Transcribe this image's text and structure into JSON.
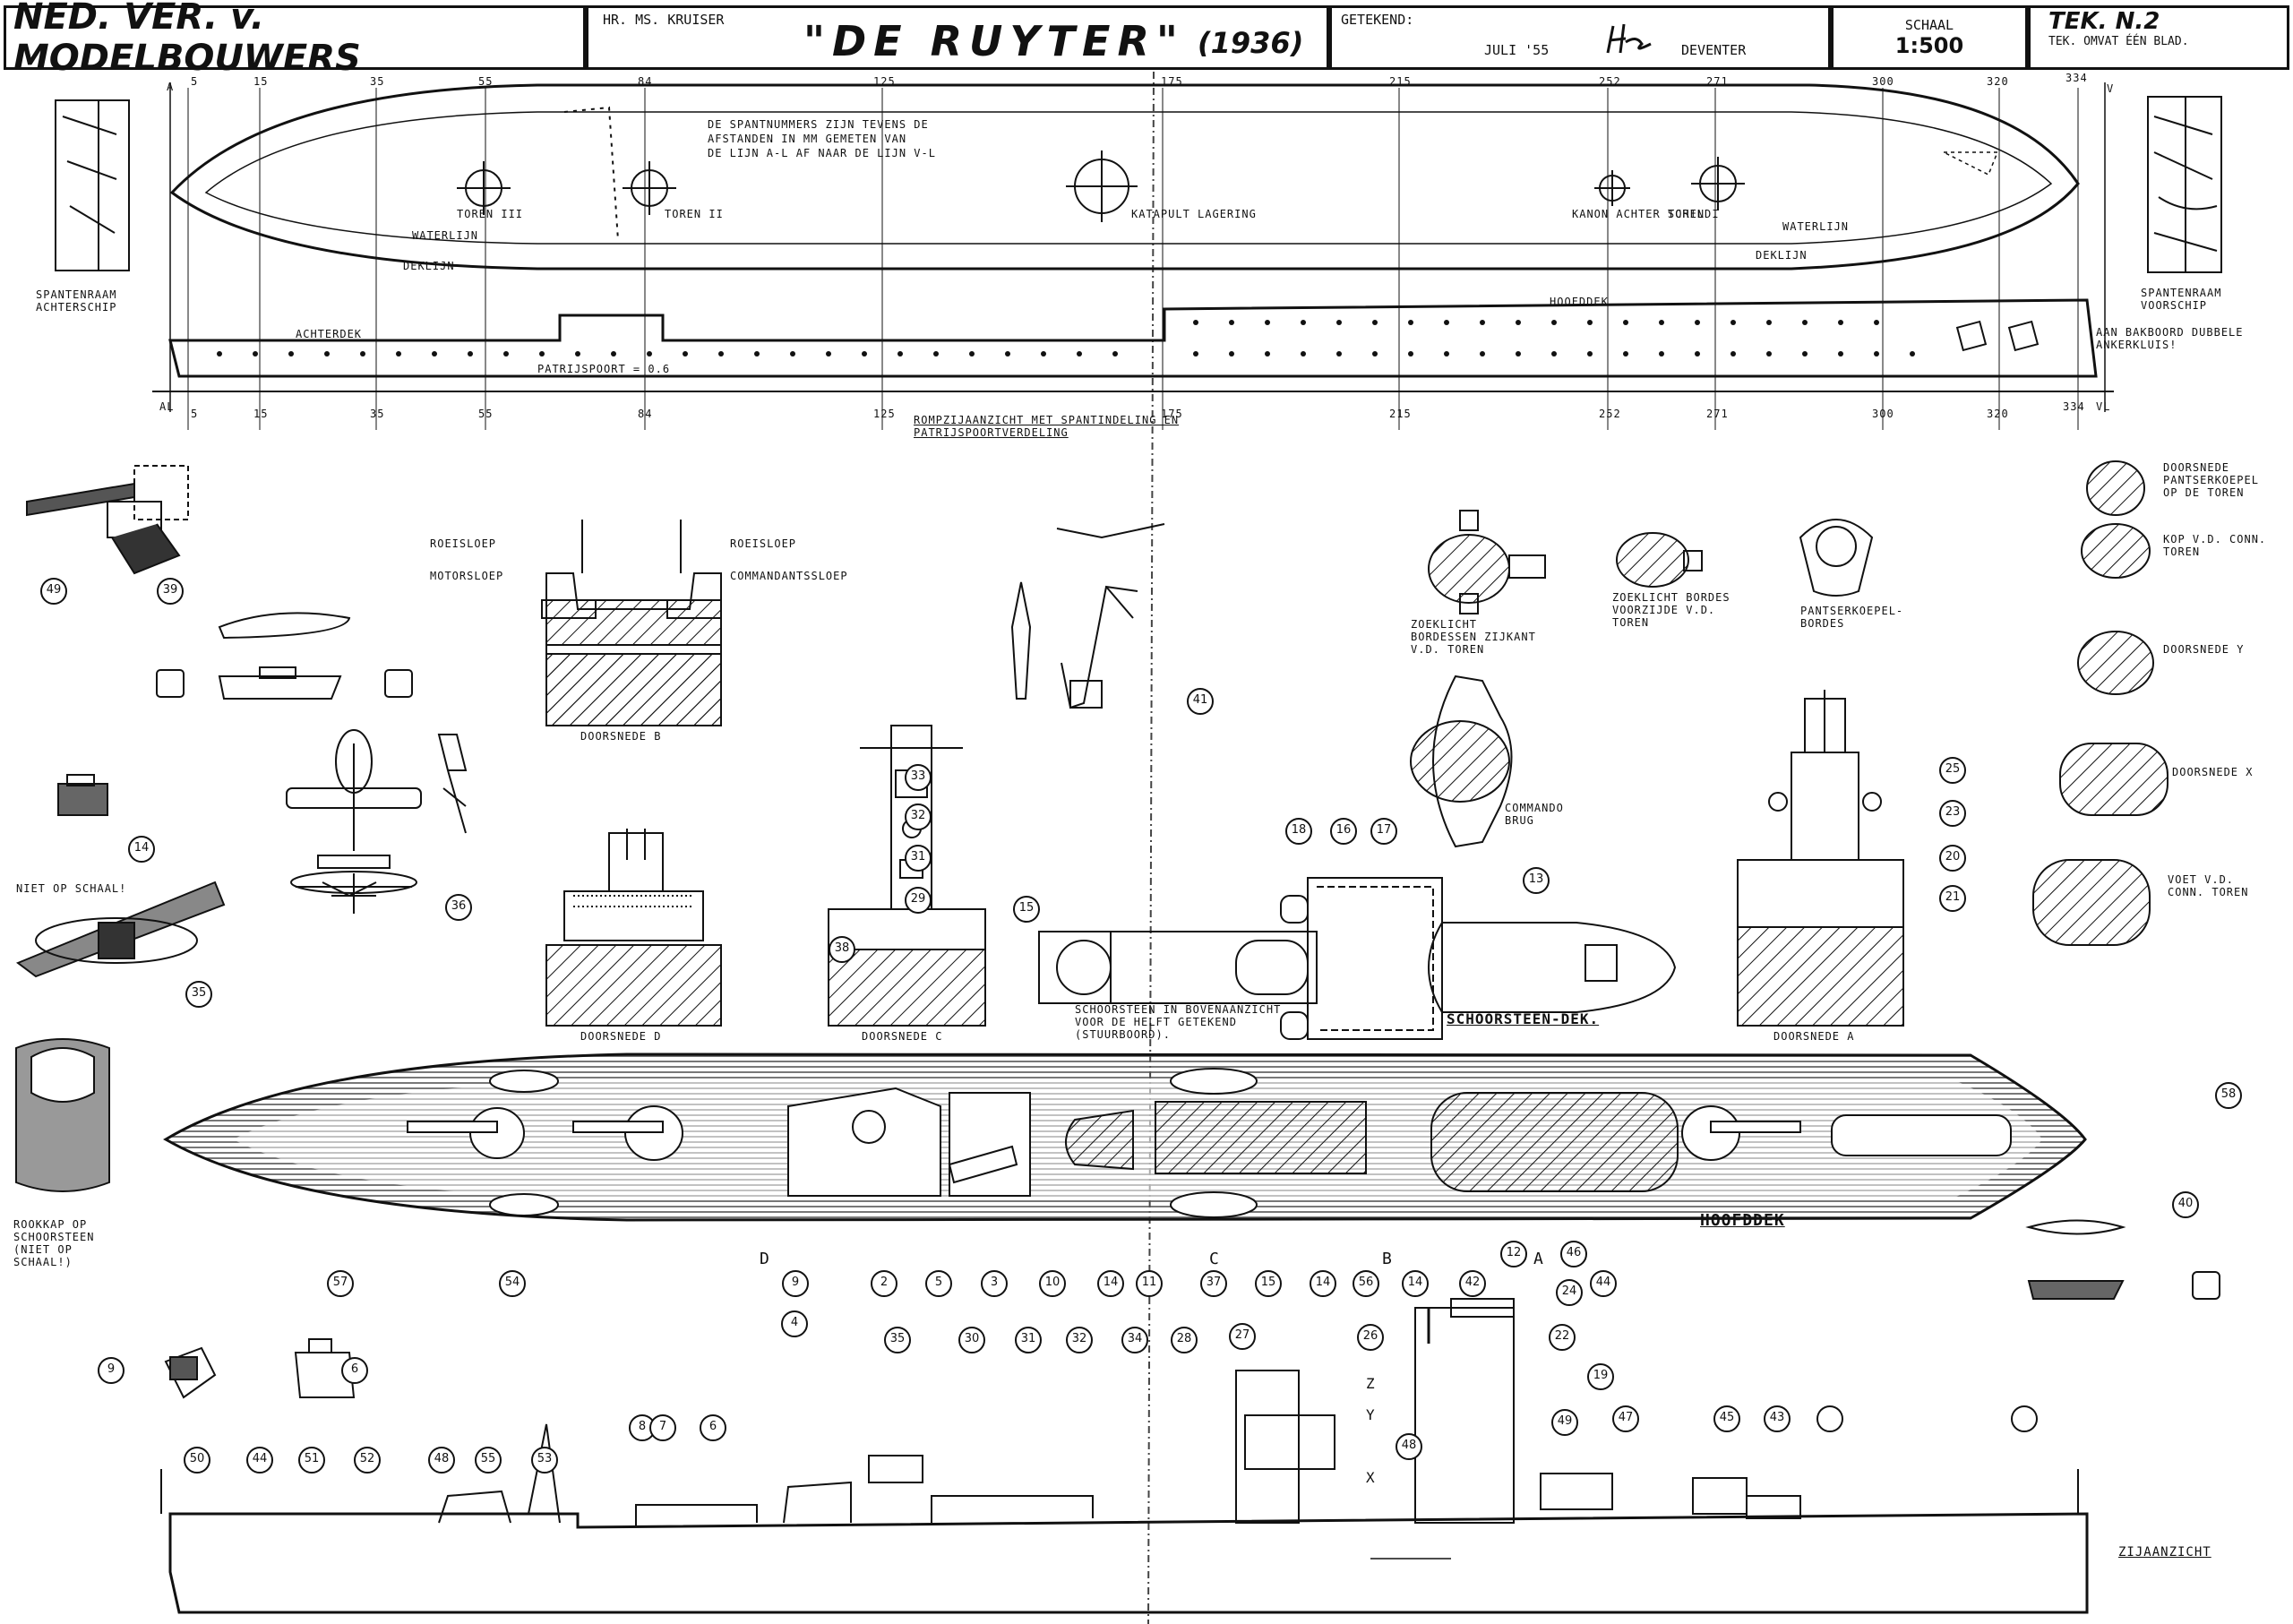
{
  "header": {
    "society": "NED. VER. v. MODELBOUWERS",
    "ship_prefix": "HR. MS. KRUISER",
    "ship_name": "\"DE RUYTER\"",
    "year": "(1936)",
    "drawn_label": "GETEKEND:",
    "drawn_date": "JULI '55",
    "drawn_place": "DEVENTER",
    "scale_label": "SCHAAL",
    "scale_value": "1:500",
    "sheet_no": "TEK. N.2",
    "sheet_note": "TEK. OMVAT ÉÉN BLAD."
  },
  "plan_view": {
    "note_lines": [
      "DE SPANTNUMMERS ZIJN TEVENS DE",
      "AFSTANDEN IN MM GEMETEN VAN",
      "DE LIJN A-L AF NAAR DE LIJN V-L"
    ],
    "labels": {
      "toren3": "TOREN III",
      "toren2": "TOREN II",
      "katapult": "KATAPULT LAGERING",
      "kanon": "KANON ACHTER SCHILD.",
      "toren1": "TOREN I",
      "waterlijn_l": "WATERLIJN",
      "dek_l": "DEKLIJN",
      "waterlijn_r": "WATERLIJN",
      "dek_r": "DEKLIJN",
      "spanten_achter": "SPANTENRAAM ACHTERSCHIP",
      "spanten_voor": "SPANTENRAAM VOORSCHIP"
    },
    "frames_top": [
      "A",
      "5",
      "15",
      "35",
      "55",
      "84",
      "125",
      "175",
      "215",
      "252",
      "271",
      "300",
      "320",
      "334",
      "V"
    ],
    "frames_bottom": [
      "AL",
      "5",
      "15",
      "35",
      "55",
      "84",
      "125",
      "175",
      "215",
      "252",
      "271",
      "300",
      "320",
      "334",
      "VL"
    ]
  },
  "side_hull": {
    "achterdek": "ACHTERDEK",
    "hoofddek": "HOOFDDEK",
    "patrijs": "PATRIJSPOORT = 0.6",
    "anker": "AAN BAKBOORD DUBBELE ANKERKLUIS!",
    "caption": "ROMPZIJAANZICHT MET SPANTINDELING EN PATRIJSPOORTVERDELING"
  },
  "middle": {
    "boats": [
      "ROEISLOEP",
      "MOTORSLOEP",
      "ROEISLOEP",
      "COMMANDANTSSLOEP"
    ],
    "doorsnede_b": "DOORSNEDE B",
    "doorsnede_c": "DOORSNEDE C",
    "doorsnede_d": "DOORSNEDE D",
    "doorsnede_a": "DOORSNEDE A",
    "zoeklicht1": "ZOEKLICHT BORDESSEN ZIJKANT V.D. TOREN",
    "zoeklicht2": "ZOEKLICHT BORDES VOORZIJDE V.D. TOREN",
    "pantser": "PANTSERKOEPEL-BORDES",
    "commando": "COMMANDO BRUG",
    "schoorsteen_note": "SCHOORSTEEN IN BOVENAANZICHT VOOR DE HELFT GETEKEND (STUURBOORD).",
    "schoorsteen_dek": "SCHOORSTEEN-DEK.",
    "niet_op_schaal": "NIET OP SCHAAL!",
    "rookkap": "ROOKKAP OP SCHOORSTEEN (NIET OP SCHAAL!)"
  },
  "legend_sections": [
    {
      "label": "DOORSNEDE PANTSERKOEPEL OP DE TOREN"
    },
    {
      "label": "KOP V.D. CONN. TOREN"
    },
    {
      "label": "DOORSNEDE Y"
    },
    {
      "label": "DOORSNEDE X"
    },
    {
      "label": "VOET V.D. CONN. TOREN"
    }
  ],
  "deck": {
    "label": "HOOFDDEK",
    "side_label": "ZIJAANZICHT"
  },
  "callouts_mid": [
    "49",
    "39",
    "14",
    "35",
    "36",
    "41",
    "33",
    "32",
    "31",
    "29",
    "38",
    "15",
    "18",
    "16",
    "17",
    "13",
    "25",
    "23",
    "20",
    "21"
  ],
  "callouts_deck": [
    "57",
    "54",
    "9",
    "2",
    "5",
    "3",
    "10",
    "14",
    "11",
    "37",
    "15",
    "14",
    "56",
    "14",
    "42",
    "12",
    "46",
    "44",
    "58",
    "40"
  ],
  "callouts_side": [
    "9",
    "6",
    "50",
    "44",
    "51",
    "52",
    "48",
    "55",
    "53",
    "8",
    "7",
    "6",
    "4",
    "35",
    "30",
    "31",
    "32",
    "34",
    "28",
    "27",
    "26",
    "24",
    "22",
    "19",
    "49",
    "48",
    "47",
    "45",
    "43"
  ],
  "section_letters": [
    "D",
    "C",
    "B",
    "A",
    "Z",
    "Y",
    "X"
  ]
}
